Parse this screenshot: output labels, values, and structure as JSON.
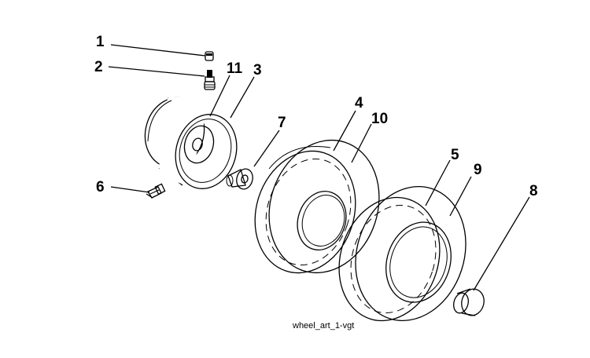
{
  "callouts": [
    "1",
    "2",
    "3",
    "4",
    "5",
    "6",
    "7",
    "8",
    "9",
    "10",
    "11"
  ],
  "caption": "wheel_art_1-vgt"
}
